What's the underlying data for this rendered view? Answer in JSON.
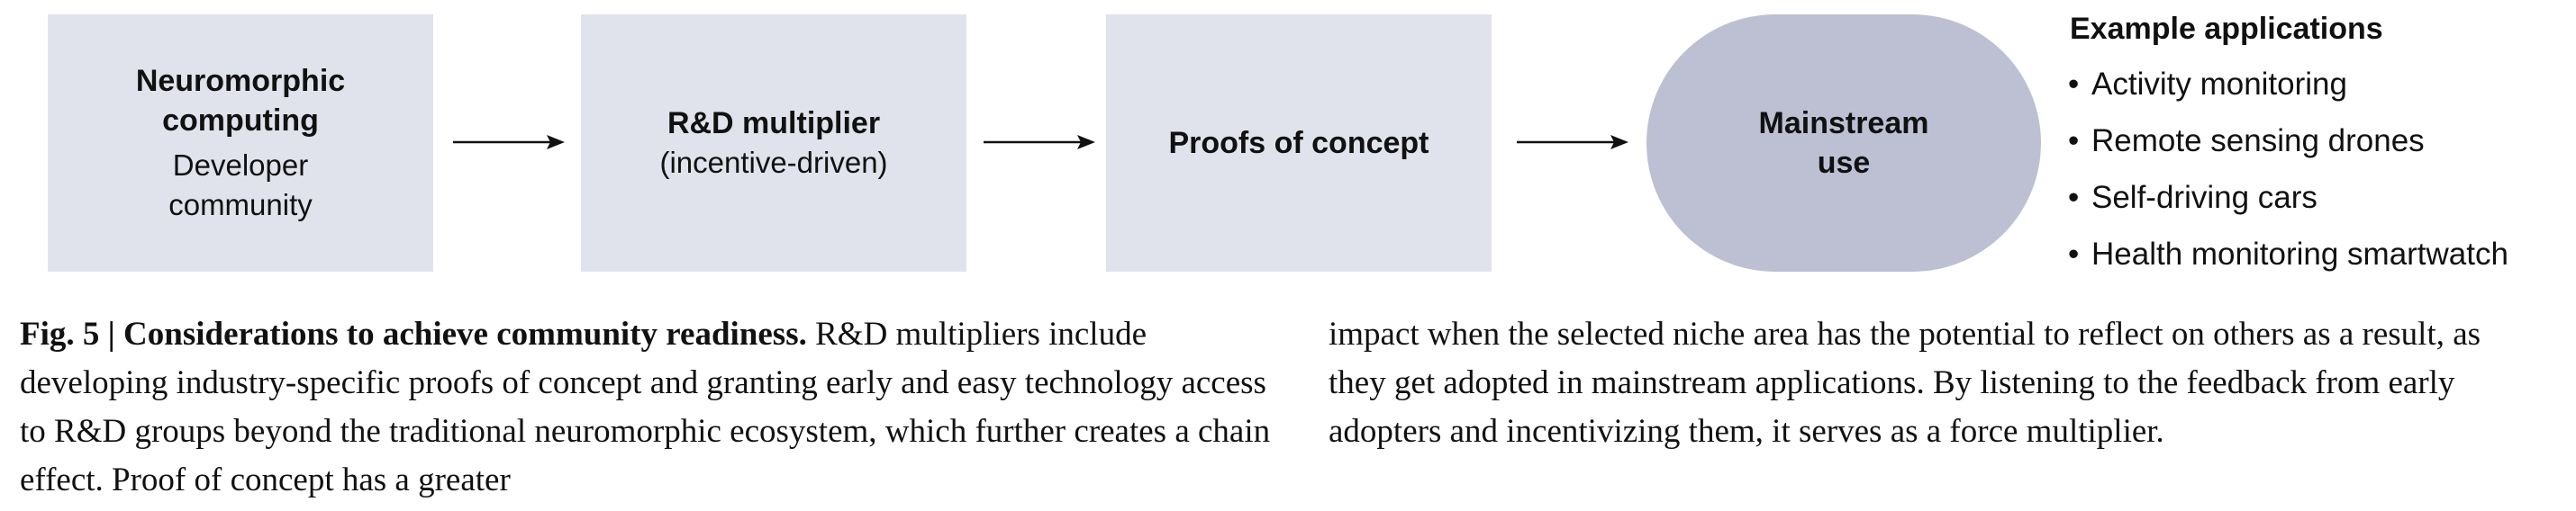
{
  "flow": {
    "box1": {
      "title": "Neuromorphic computing",
      "subtitle": "Developer community"
    },
    "box2": {
      "title": "R&D multiplier",
      "subtitle": "(incentive-driven)"
    },
    "box3": {
      "title": "Proofs of concept"
    },
    "box4": {
      "title": "Mainstream use"
    }
  },
  "applications": {
    "title": "Example applications",
    "bullet": "•",
    "items": [
      "Activity monitoring",
      "Remote sensing drones",
      "Self-driving cars",
      "Health monitoring smartwatch"
    ]
  },
  "caption": {
    "label": "Fig. 5 | Considerations to achieve community readiness.",
    "text": "R&D multipliers include developing industry-specific proofs of concept and granting early and easy technology access to R&D groups beyond the traditional neuromorphic ecosystem, which further creates a chain effect. Proof of concept has a greater",
    "text_continued": "impact when the selected niche area has the potential to reflect on others as a result, as they get adopted in mainstream applications. By listening to the feedback from early adopters and incentivizing them, it serves as a force multiplier."
  },
  "colors": {
    "box_fill": "#e1e3ec",
    "pill_fill": "#bcc0d2",
    "text": "#111111"
  }
}
